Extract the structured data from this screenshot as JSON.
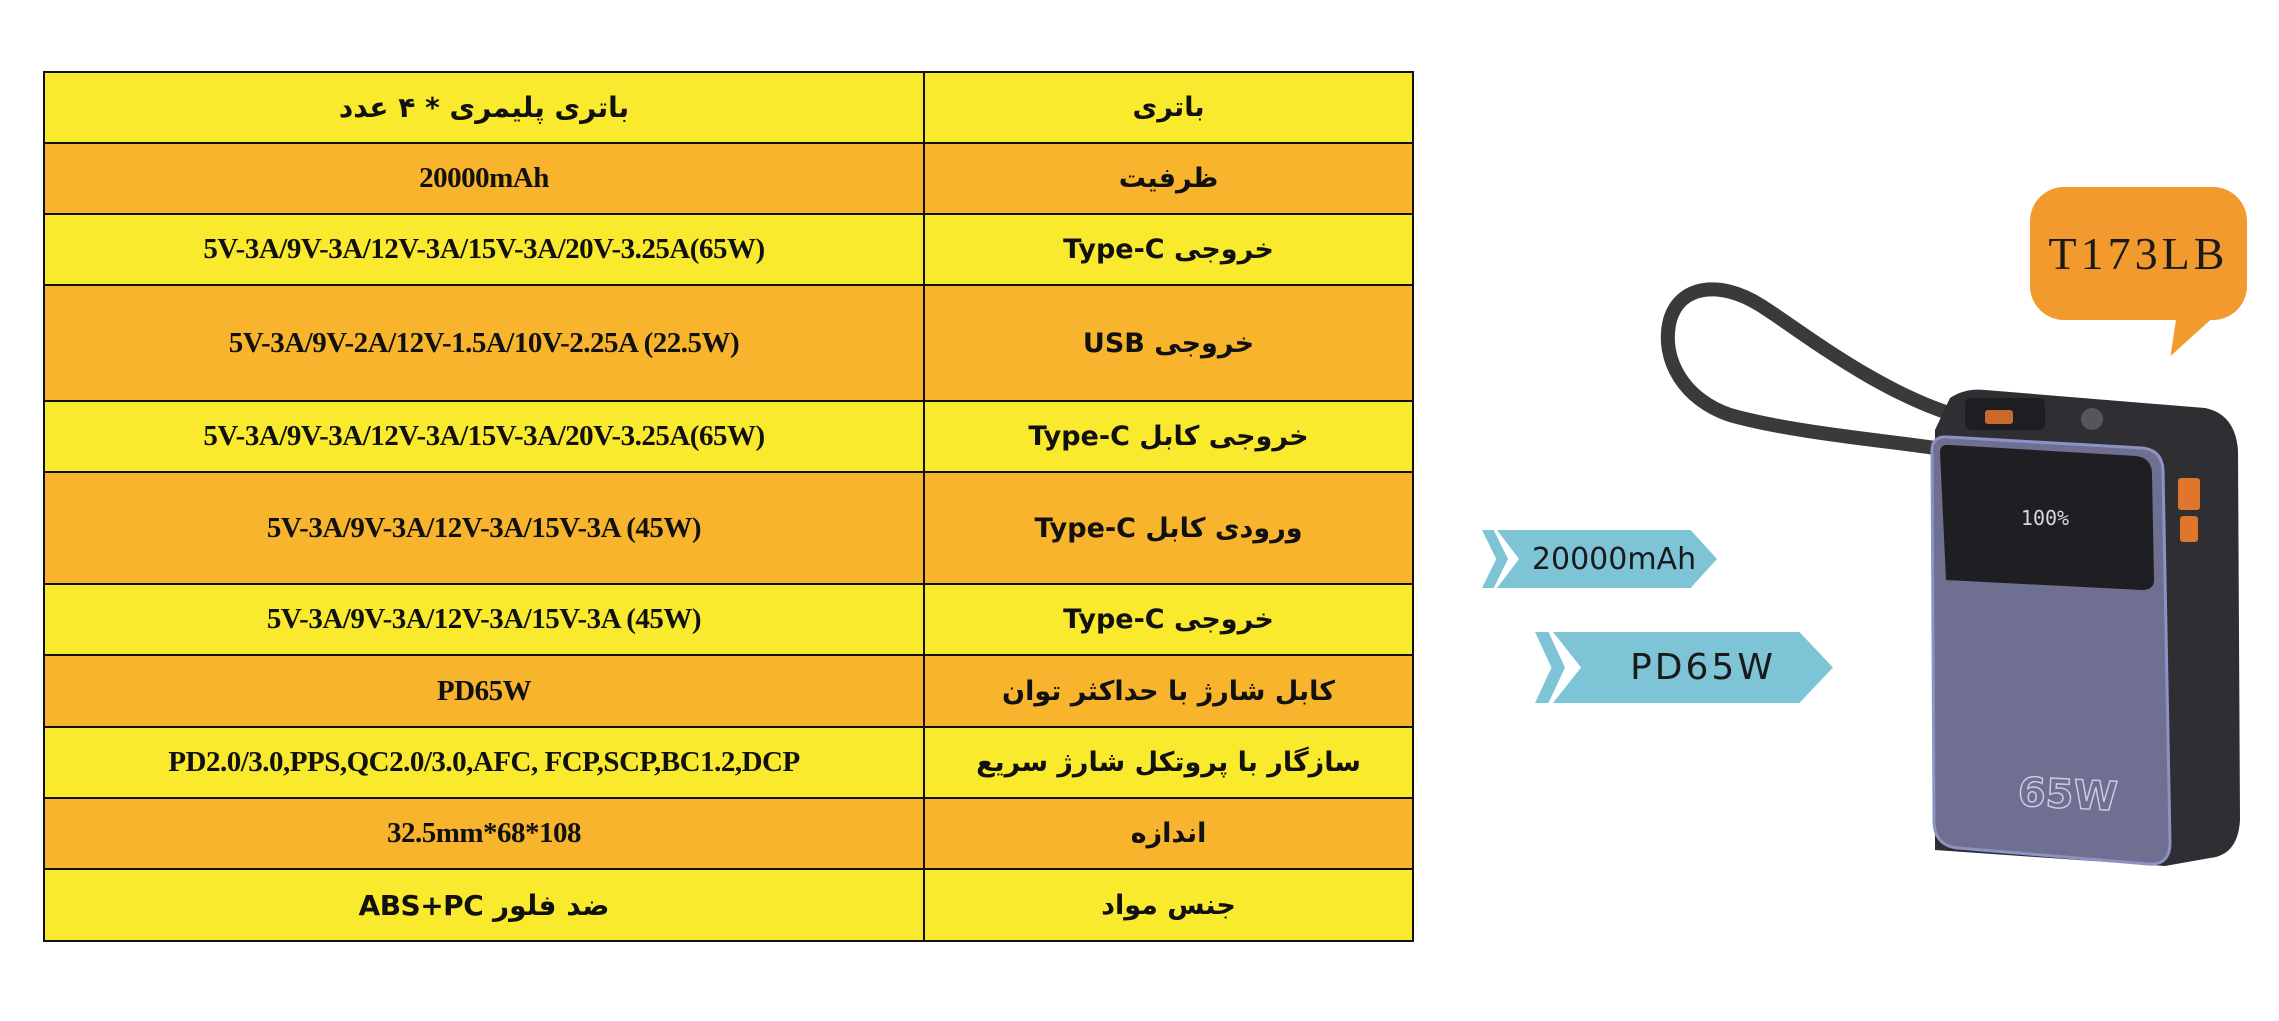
{
  "spec_table": {
    "rows": [
      {
        "label": "باتری",
        "value": "باتری پلیمری * ۴ عدد",
        "row_color": "yellow",
        "value_lang": "fa",
        "height": 71
      },
      {
        "label": "ظرفیت",
        "value": "20000mAh",
        "row_color": "orange",
        "value_lang": "en",
        "height": 71
      },
      {
        "label": "خروجی Type-C",
        "value": "5V-3A/9V-3A/12V-3A/15V-3A/20V-3.25A(65W)",
        "row_color": "yellow",
        "value_lang": "en",
        "height": 71
      },
      {
        "label": "خروجی USB",
        "value": "5V-3A/9V-2A/12V-1.5A/10V-2.25A (22.5W)",
        "row_color": "orange",
        "value_lang": "en",
        "height": 116
      },
      {
        "label": "خروجی کابل Type-C",
        "value": "5V-3A/9V-3A/12V-3A/15V-3A/20V-3.25A(65W)",
        "row_color": "yellow",
        "value_lang": "en",
        "height": 71
      },
      {
        "label": "ورودی کابل Type-C",
        "value": "5V-3A/9V-3A/12V-3A/15V-3A (45W)",
        "row_color": "orange",
        "value_lang": "en",
        "height": 112
      },
      {
        "label": "خروجی Type-C",
        "value": "5V-3A/9V-3A/12V-3A/15V-3A (45W)",
        "row_color": "yellow",
        "value_lang": "en",
        "height": 71
      },
      {
        "label": "کابل شارژ با حداکثر توان",
        "value": "PD65W",
        "row_color": "orange",
        "value_lang": "en",
        "height": 72
      },
      {
        "label": "سازگار با پروتکل شارژ سریع",
        "value": "PD2.0/3.0,PPS,QC2.0/3.0,AFC, FCP,SCP,BC1.2,DCP",
        "row_color": "yellow",
        "value_lang": "en",
        "height": 71
      },
      {
        "label": "اندازه",
        "value": "108*68*32.5mm",
        "row_color": "orange",
        "value_lang": "en",
        "height": 71
      },
      {
        "label": "جنس مواد",
        "value": "ضد فلور  ABS+PC",
        "row_color": "yellow",
        "value_lang": "fa",
        "height": 72
      }
    ]
  },
  "product": {
    "model_badge": "T173LB",
    "capacity_tag": "20000mAh",
    "power_tag": "PD65W",
    "device_display": "100%",
    "device_logo": "65W"
  },
  "colors": {
    "row_yellow": "#FAEA2E",
    "row_orange": "#F8B42C",
    "badge_orange": "#F39A2F",
    "tag_blue": "#7DC4D6",
    "device_body": "#6F6F91",
    "device_frame": "#2E2E33"
  }
}
